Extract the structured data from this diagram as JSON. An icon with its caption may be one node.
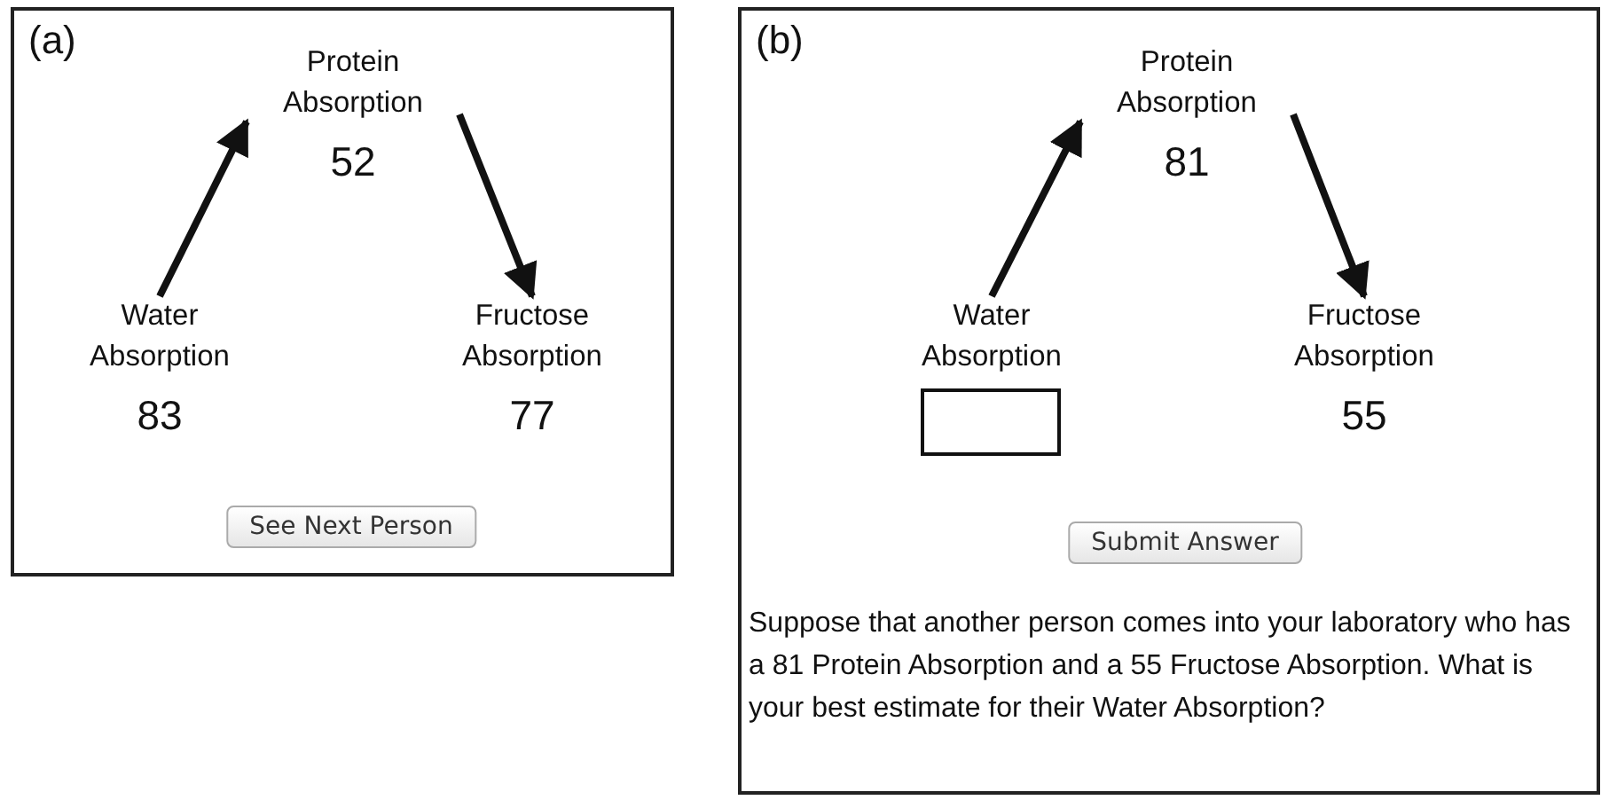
{
  "diagram": {
    "nodes": [
      {
        "text": [
          "(a)"
        ]
      },
      {
        "text": [
          "Protein Absorption",
          "52"
        ],
        "in": 0
      },
      {
        "text": [
          "Water Absorption",
          "83"
        ],
        "in": 0
      },
      {
        "text": [
          "Fructose Absorption",
          "77"
        ],
        "in": 0
      },
      {
        "text": [
          "(b)"
        ]
      },
      {
        "text": [
          "Protein Absorption",
          "81"
        ],
        "in": 4
      },
      {
        "text": [
          "Water Absorption"
        ],
        "in": 4
      },
      {
        "text": [
          "Fructose Absorption",
          "55"
        ],
        "in": 4
      },
      {
        "text": [],
        "shape": "box",
        "in": 4
      }
    ],
    "edges": [
      {
        "from": 2,
        "to": 1,
        "arrow": "to"
      },
      {
        "from": 1,
        "to": 3,
        "arrow": "to"
      },
      {
        "from": 6,
        "to": 5,
        "arrow": "to"
      },
      {
        "from": 5,
        "to": 7,
        "arrow": "to"
      }
    ],
    "labels": [
      "See Next Person",
      "Submit Answer",
      "Suppose that another person comes into your laboratory who has a 81 Protein Absorption and a 55 Fructose Absorption. What is your best estimate for their Water Absorption?"
    ]
  }
}
